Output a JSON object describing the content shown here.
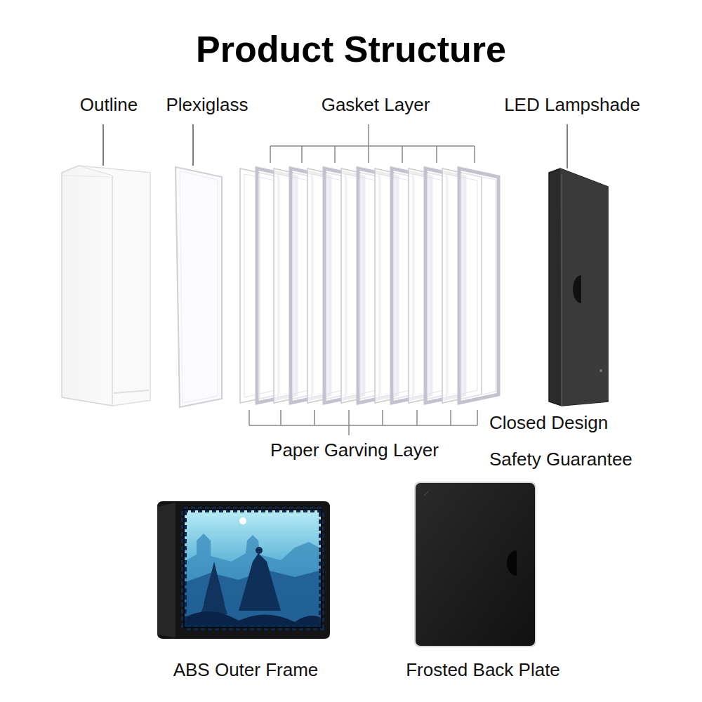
{
  "diagram": {
    "title": "Product Structure",
    "labels": [
      "Outline",
      "Plexiglass",
      "Gasket Layer",
      "LED Lampshade",
      "Paper Garving Layer",
      "Closed Design",
      "Safety Guarantee",
      "ABS Outer Frame",
      "Frosted Back Plate"
    ]
  }
}
